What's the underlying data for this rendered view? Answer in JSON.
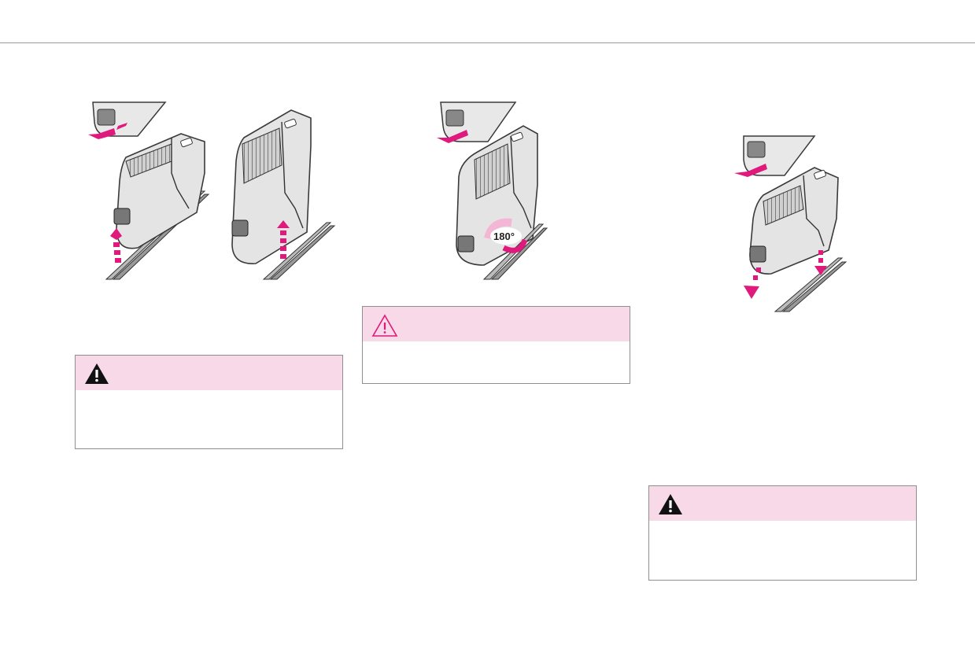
{
  "colors": {
    "accent_pink": "#e0197d",
    "note_header_bg": "#f7d9e8",
    "device_body": "#e6e6e6",
    "device_outline": "#3a3a3a",
    "rule": "#9a9a9a"
  },
  "figures": [
    {
      "name": "seat-removal-step-1",
      "arrows": [
        "release-arrow",
        "lift-arrow"
      ]
    },
    {
      "name": "seat-rotate-step-2",
      "rotation_label": "180°"
    },
    {
      "name": "seat-install-step-3",
      "arrows": [
        "release-arrow",
        "lower-arrow"
      ]
    }
  ],
  "notes": [
    {
      "name": "warning-note-1",
      "icon": "warning-filled-icon"
    },
    {
      "name": "caution-note-2",
      "icon": "warning-outline-icon"
    },
    {
      "name": "warning-note-3",
      "icon": "warning-filled-icon"
    }
  ]
}
